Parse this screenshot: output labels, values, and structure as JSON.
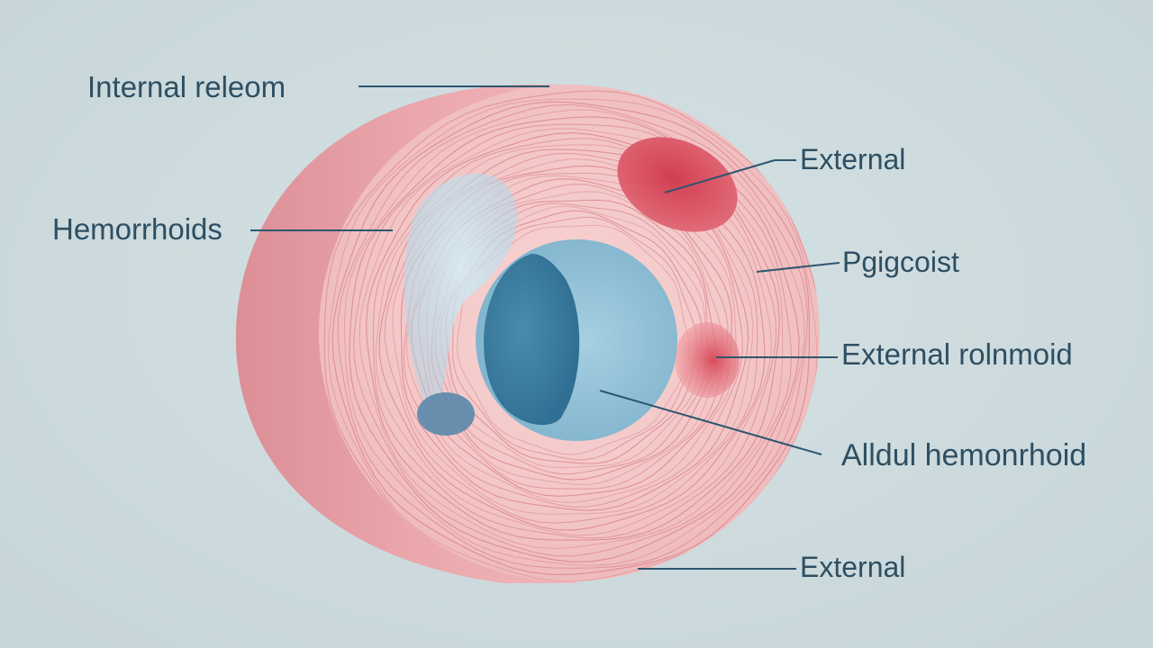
{
  "labels": {
    "internal_releom": "Internal releom",
    "hemorrhoids": "Hemorrhoids",
    "external_top": "External",
    "pgigcoist": "Pgigcoist",
    "external_rolnmoid": "External rolnmoid",
    "alldul_hemonrhoid": "Alldul hemonrhoid",
    "external_bottom": "External"
  },
  "colors": {
    "background": "#cfdde0",
    "tissue_outer": "#e9a7ab",
    "tissue_face": "#f4c9c9",
    "muscle_lines": "#cf6a78",
    "lumen_light": "#8dbdd4",
    "lumen_dark": "#3f7fa0",
    "blue_patch": "#bfe3f0",
    "hemorrhoid_red": "#d94a5c",
    "leader_line": "#2e5670",
    "label_text": "#2e4f62"
  }
}
